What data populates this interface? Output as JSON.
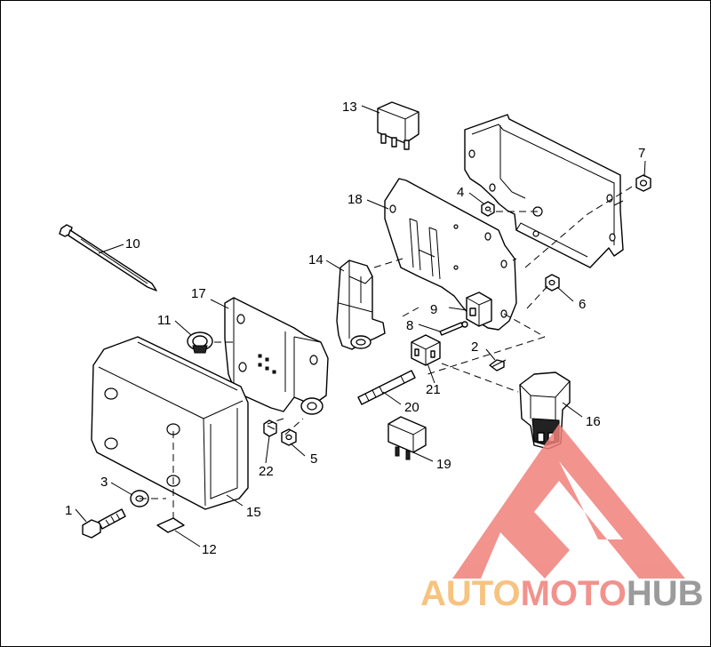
{
  "callouts": [
    {
      "id": "1",
      "text": "1"
    },
    {
      "id": "2",
      "text": "2"
    },
    {
      "id": "3",
      "text": "3"
    },
    {
      "id": "4",
      "text": "4"
    },
    {
      "id": "5",
      "text": "5"
    },
    {
      "id": "6",
      "text": "6"
    },
    {
      "id": "7",
      "text": "7"
    },
    {
      "id": "8",
      "text": "8"
    },
    {
      "id": "9",
      "text": "9"
    },
    {
      "id": "10",
      "text": "10"
    },
    {
      "id": "11",
      "text": "11"
    },
    {
      "id": "12",
      "text": "12"
    },
    {
      "id": "13",
      "text": "13"
    },
    {
      "id": "14",
      "text": "14"
    },
    {
      "id": "15",
      "text": "15"
    },
    {
      "id": "16",
      "text": "16"
    },
    {
      "id": "17",
      "text": "17"
    },
    {
      "id": "18",
      "text": "18"
    },
    {
      "id": "19",
      "text": "19"
    },
    {
      "id": "20",
      "text": "20"
    },
    {
      "id": "21",
      "text": "21"
    },
    {
      "id": "22",
      "text": "22"
    }
  ],
  "watermark": {
    "part1": "AUTO",
    "part2": "MOTO",
    "part3": "HUB",
    "color_red": "#f0807a",
    "color_orange": "#f6b96a",
    "color_gray": "#8a8a8a"
  }
}
